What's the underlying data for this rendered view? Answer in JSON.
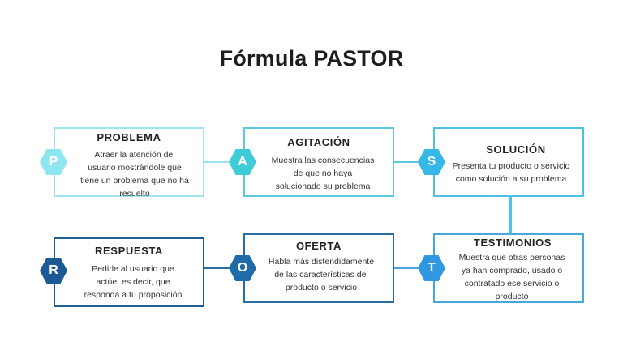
{
  "title": "Fórmula PASTOR",
  "colors": {
    "p_border": "#9fe3ee",
    "p_hex": "#8ee7f0",
    "a_border": "#5ccbe0",
    "a_hex": "#3fcbd7",
    "s_border": "#4cc3e6",
    "s_hex": "#35b8e8",
    "t_border": "#4aa6dd",
    "t_hex": "#2f98e0",
    "o_border": "#2a6fa4",
    "o_hex": "#1f6aa8",
    "r_border": "#1f5e92",
    "r_hex": "#1b5a94"
  },
  "steps": [
    {
      "letter": "P",
      "title": "PROBLEMA",
      "lines": [
        "Atraer la atención del",
        "usuario mostrándole que",
        "tiene un problema que no ha",
        "resuelto"
      ]
    },
    {
      "letter": "A",
      "title": "AGITACIÓN",
      "lines": [
        "Muestra las consecuencias",
        "de que no haya",
        "solucionado su problema"
      ]
    },
    {
      "letter": "S",
      "title": "SOLUCIÓN",
      "lines": [
        "Presenta tu producto o servicio",
        "como solución a su problema"
      ]
    },
    {
      "letter": "T",
      "title": "TESTIMONIOS",
      "lines": [
        "Muestra que otras personas",
        "ya han comprado, usado o",
        "contratado ese servicio o",
        "producto"
      ]
    },
    {
      "letter": "O",
      "title": "OFERTA",
      "lines": [
        "Habla más distendidamente",
        "de las características del",
        "producto o servicio"
      ]
    },
    {
      "letter": "R",
      "title": "RESPUESTA",
      "lines": [
        "Pedirle al usuario que",
        "actúe, es decir, que",
        "responda a tu proposición"
      ]
    }
  ]
}
